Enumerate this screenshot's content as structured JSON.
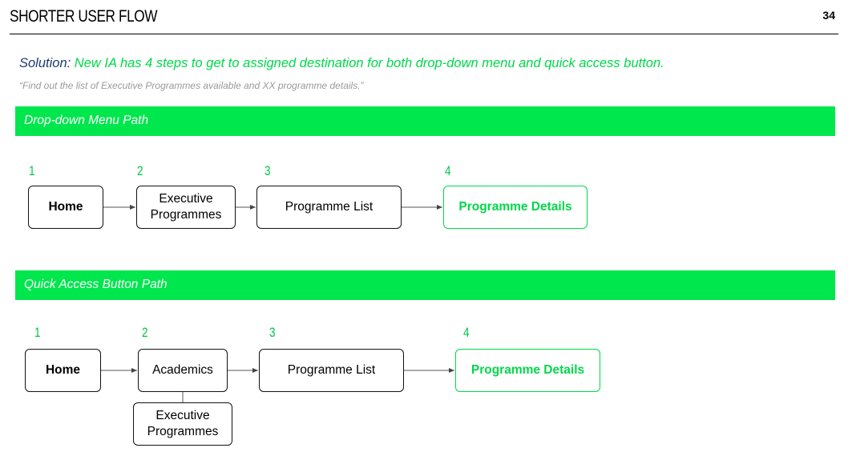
{
  "slide": {
    "title": "SHORTER USER FLOW",
    "page_number": "34"
  },
  "solution": {
    "label": "Solution:",
    "text": " New IA has 4 steps to get to assigned destination for both drop-down menu and quick access button."
  },
  "task_quote": "“Find out the list of Executive Programmes available and XX programme details.”",
  "dropdown_path": {
    "heading": "Drop-down Menu Path",
    "steps": [
      {
        "number": "1",
        "label": "Home"
      },
      {
        "number": "2",
        "label_line1": "Executive",
        "label_line2": "Programmes"
      },
      {
        "number": "3",
        "label": "Programme List"
      },
      {
        "number": "4",
        "label": "Programme Details"
      }
    ]
  },
  "quick_access_path": {
    "heading": "Quick Access Button Path",
    "steps": [
      {
        "number": "1",
        "label": "Home"
      },
      {
        "number": "2",
        "label": "Academics"
      },
      {
        "number": "3",
        "label": "Programme List"
      },
      {
        "number": "4",
        "label": "Programme Details"
      }
    ],
    "sub_item": {
      "label_line1": "Executive",
      "label_line2": "Programmes"
    }
  },
  "colors": {
    "accent_green": "#00e64d",
    "solution_label": "#1f3b6f",
    "quote_gray": "#9a9a9a"
  }
}
